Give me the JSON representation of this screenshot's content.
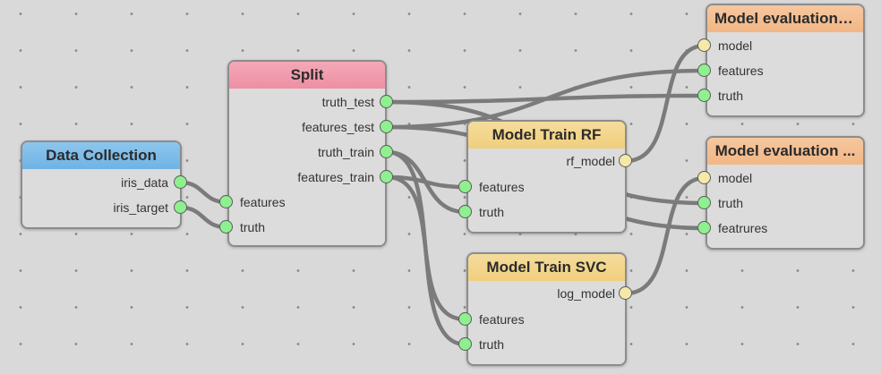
{
  "nodes": {
    "data_collection": {
      "title": "Data Collection",
      "outputs": [
        "iris_data",
        "iris_target"
      ]
    },
    "split": {
      "title": "Split",
      "inputs": [
        "features",
        "truth"
      ],
      "outputs": [
        "truth_test",
        "features_test",
        "truth_train",
        "features_train"
      ]
    },
    "model_train_rf": {
      "title": "Model Train RF",
      "inputs": [
        "features",
        "truth"
      ],
      "outputs": [
        "rf_model"
      ]
    },
    "model_train_svc": {
      "title": "Model Train SVC",
      "inputs": [
        "features",
        "truth"
      ],
      "outputs": [
        "log_model"
      ]
    },
    "model_eval_rf": {
      "title": "Model evaluation RF",
      "inputs": [
        "model",
        "features",
        "truth"
      ]
    },
    "model_eval_svc": {
      "title": "Model evaluation ...",
      "inputs": [
        "model",
        "truth",
        "featrures"
      ]
    }
  },
  "colors": {
    "header_data_collection": "#7bbbe8",
    "header_split": "#f09aac",
    "header_train": "#f3d48a",
    "header_eval": "#f4bd90",
    "port_data": "#8ef08e",
    "port_model": "#f5e9a8",
    "wire": "#7b7b7b"
  }
}
